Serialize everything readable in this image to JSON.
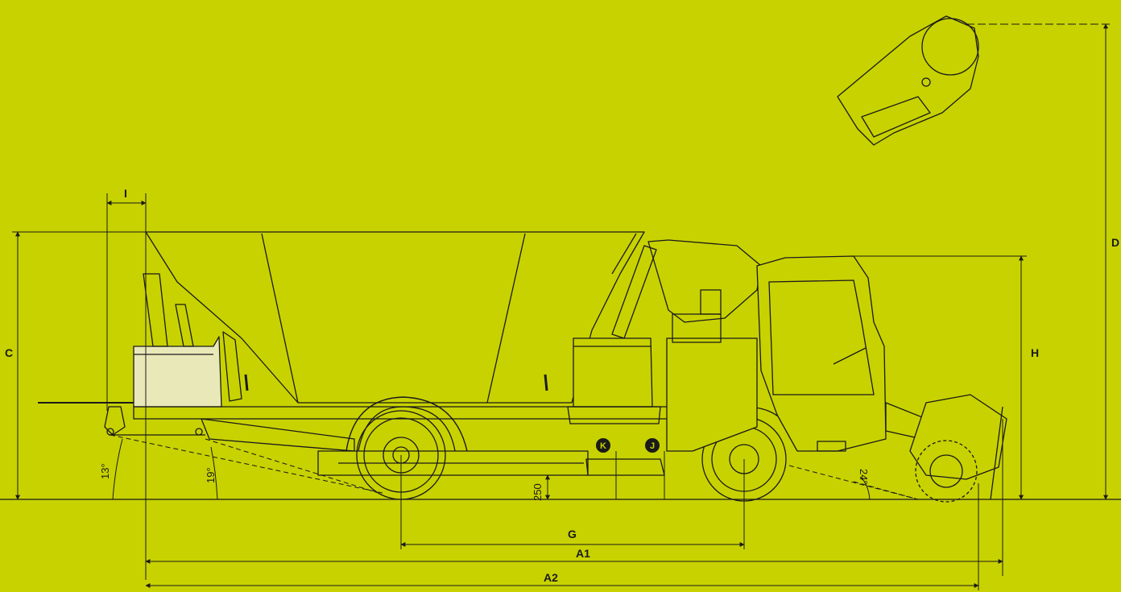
{
  "dimensions": {
    "A1": "A1",
    "A2": "A2",
    "C": "C",
    "D": "D",
    "G": "G",
    "H": "H",
    "I": "I",
    "J": "J",
    "K": "K",
    "clearance": "250"
  },
  "angles": {
    "rear_left": "13°",
    "rear_right": "19°",
    "front": "24°"
  },
  "colors": {
    "background": "#c8d200",
    "line": "#1a1a1a",
    "panel_fill": "#e9e8b8"
  }
}
